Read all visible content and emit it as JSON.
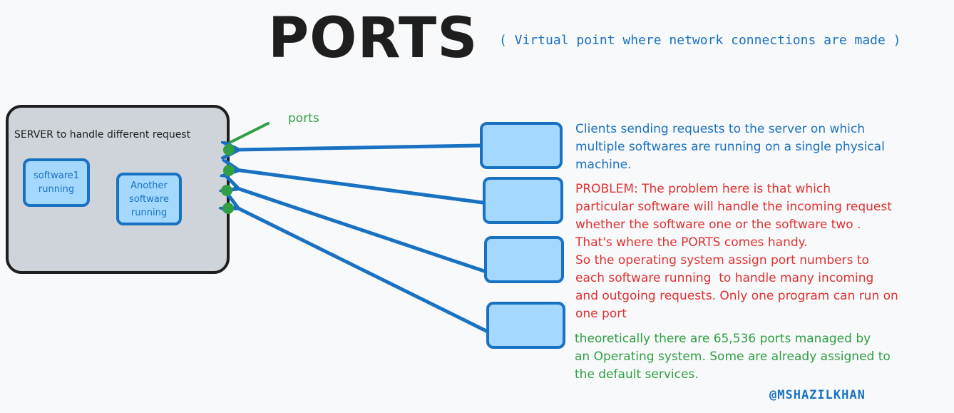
{
  "title": "PORTS",
  "subtitle": "( Virtual point where network connections are made )",
  "server": {
    "label": "SERVER to handle different request",
    "software": [
      {
        "label": "software1\nrunning"
      },
      {
        "label": "Another\nsoftware\nrunning"
      }
    ]
  },
  "ports_label": "ports",
  "notes": {
    "clients": "Clients sending requests to the server on which\nmultiple softwares are running on a single physical\nmachine.",
    "problem": "PROBLEM: The problem here is that which\nparticular software will handle the incoming request\nwhether the software one or the software two .\nThat's where the PORTS comes handy.\nSo the operating system assign port numbers to\neach software running  to handle many incoming\nand outgoing requests. Only one program can run on\none port",
    "ports": "theoretically there are 65,536 ports managed by\nan Operating system. Some are already assigned to\nthe default services."
  },
  "author": "@MSHAZILKHAN",
  "colors": {
    "blue": "#1971c2",
    "light_blue": "#a5d8ff",
    "red": "#e03131",
    "green": "#2f9e44",
    "gray": "#ced4da",
    "dark": "#1e1e1e"
  }
}
